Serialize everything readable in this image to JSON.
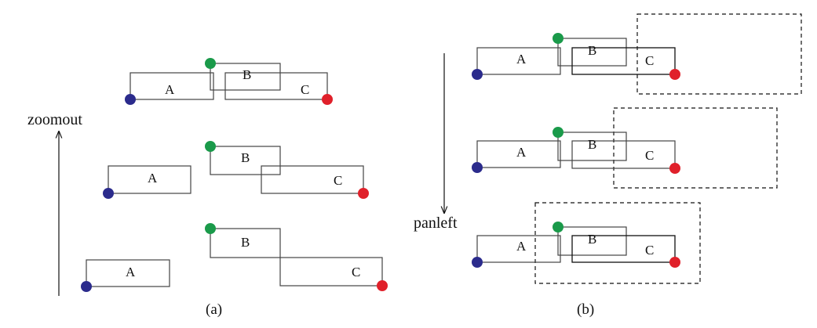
{
  "labels": {
    "a": "A",
    "b": "B",
    "c": "C"
  },
  "panels": {
    "left": {
      "caption": "(a)",
      "axis_word": "zoomout"
    },
    "right": {
      "caption": "(b)",
      "axis_word": "panleft"
    }
  },
  "colors": {
    "node_a": "#2b2b8c",
    "node_b": "#1a9a4a",
    "node_c": "#e0202a",
    "outline": "#444444",
    "viewport": "#111111"
  }
}
